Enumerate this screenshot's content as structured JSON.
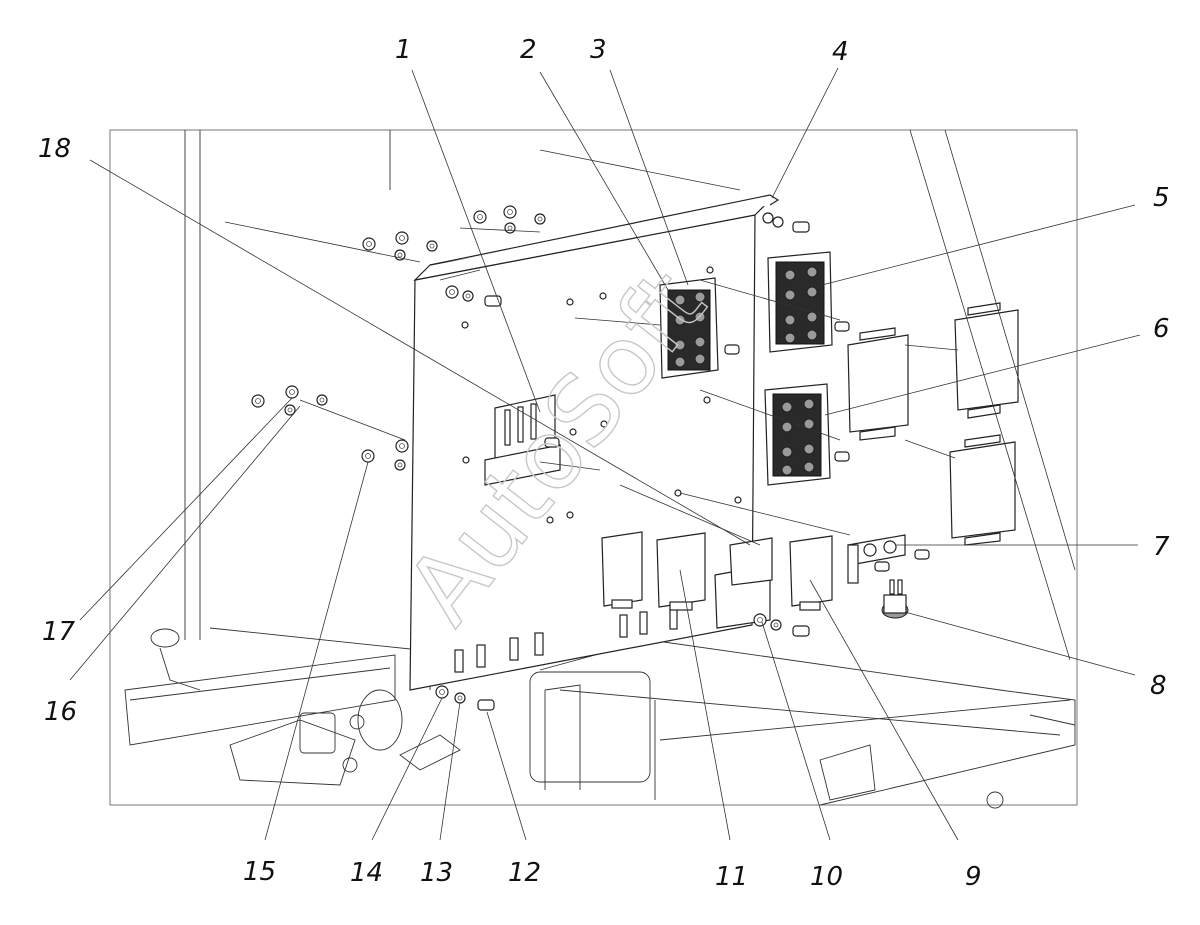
{
  "watermark": "AutoSoft",
  "callouts": [
    {
      "id": "callout-1",
      "label": "1"
    },
    {
      "id": "callout-2",
      "label": "2"
    },
    {
      "id": "callout-3",
      "label": "3"
    },
    {
      "id": "callout-4",
      "label": "4"
    },
    {
      "id": "callout-5",
      "label": "5"
    },
    {
      "id": "callout-6",
      "label": "6"
    },
    {
      "id": "callout-7",
      "label": "7"
    },
    {
      "id": "callout-8",
      "label": "8"
    },
    {
      "id": "callout-9",
      "label": "9"
    },
    {
      "id": "callout-10",
      "label": "10"
    },
    {
      "id": "callout-11",
      "label": "11"
    },
    {
      "id": "callout-12",
      "label": "12"
    },
    {
      "id": "callout-13",
      "label": "13"
    },
    {
      "id": "callout-14",
      "label": "14"
    },
    {
      "id": "callout-15",
      "label": "15"
    },
    {
      "id": "callout-16",
      "label": "16"
    },
    {
      "id": "callout-17",
      "label": "17"
    },
    {
      "id": "callout-18",
      "label": "18"
    }
  ]
}
